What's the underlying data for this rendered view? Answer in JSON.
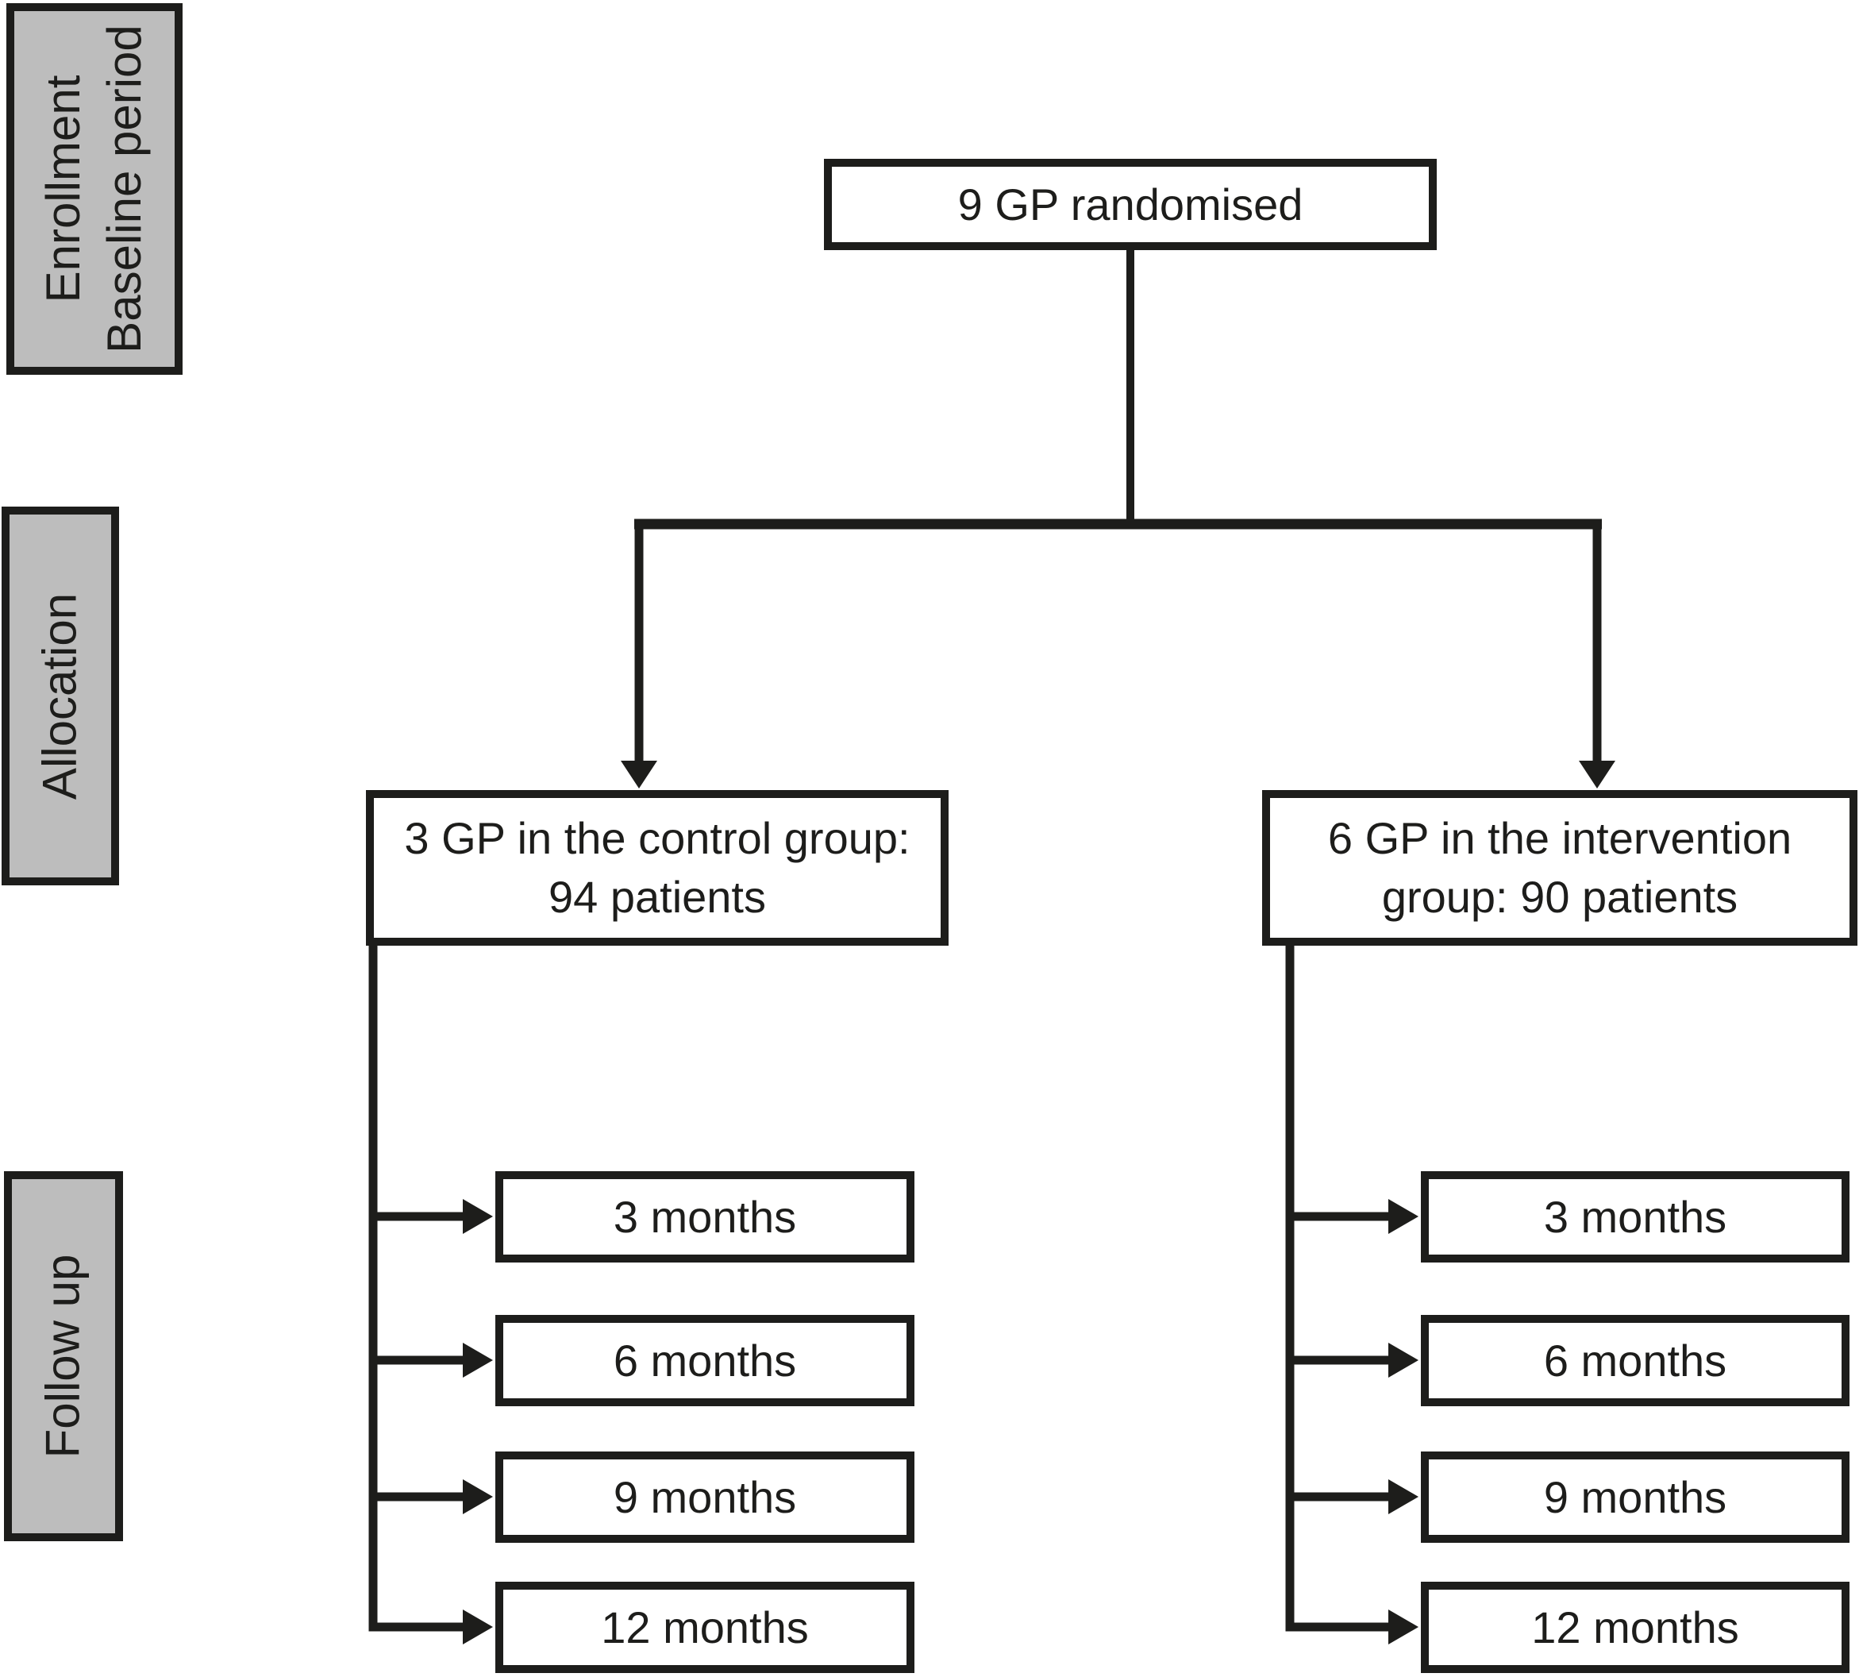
{
  "sidebar": {
    "enrollment_line1": "Enrollment",
    "enrollment_line2": "Baseline period",
    "allocation": "Allocation",
    "followup": "Follow up"
  },
  "flow": {
    "randomised": "9 GP randomised",
    "control": {
      "line1": "3 GP in the control group:",
      "line2": "94 patients"
    },
    "intervention": {
      "line1": "6 GP in the intervention",
      "line2": "group: 90 patients"
    },
    "control_followups": [
      "3 months",
      "6 months",
      "9 months",
      "12 months"
    ],
    "intervention_followups": [
      "3 months",
      "6 months",
      "9 months",
      "12 months"
    ]
  },
  "colors": {
    "phase_fill": "#bdbdbd",
    "line_and_border": "#1d1d1b",
    "node_fill": "#ffffff"
  }
}
